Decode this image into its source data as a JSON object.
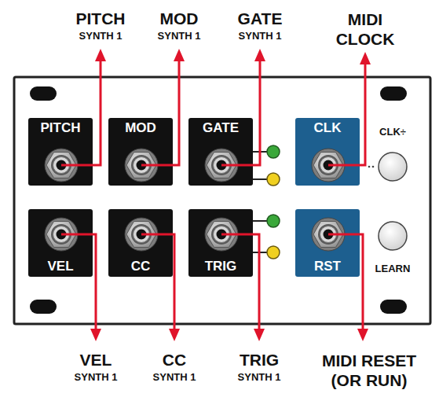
{
  "diagram": {
    "nodes": [
      {
        "text": [
          "PITCH"
        ]
      },
      {
        "text": [
          "MOD"
        ]
      },
      {
        "text": [
          "GATE"
        ]
      },
      {
        "text": [
          "CLK"
        ]
      },
      {
        "text": [
          "VEL"
        ]
      },
      {
        "text": [
          "CC"
        ]
      },
      {
        "text": [
          "TRIG"
        ]
      },
      {
        "text": [
          "RST"
        ]
      }
    ],
    "labels": [
      "PITCH",
      "SYNTH 1",
      "MOD",
      "SYNTH 1",
      "GATE",
      "SYNTH 1",
      "MIDI CLOCK",
      "CLK÷",
      "LEARN",
      "VEL",
      "SYNTH 1",
      "CC",
      "SYNTH 1",
      "TRIG",
      "SYNTH 1",
      "MIDI RESET (OR RUN)"
    ]
  }
}
